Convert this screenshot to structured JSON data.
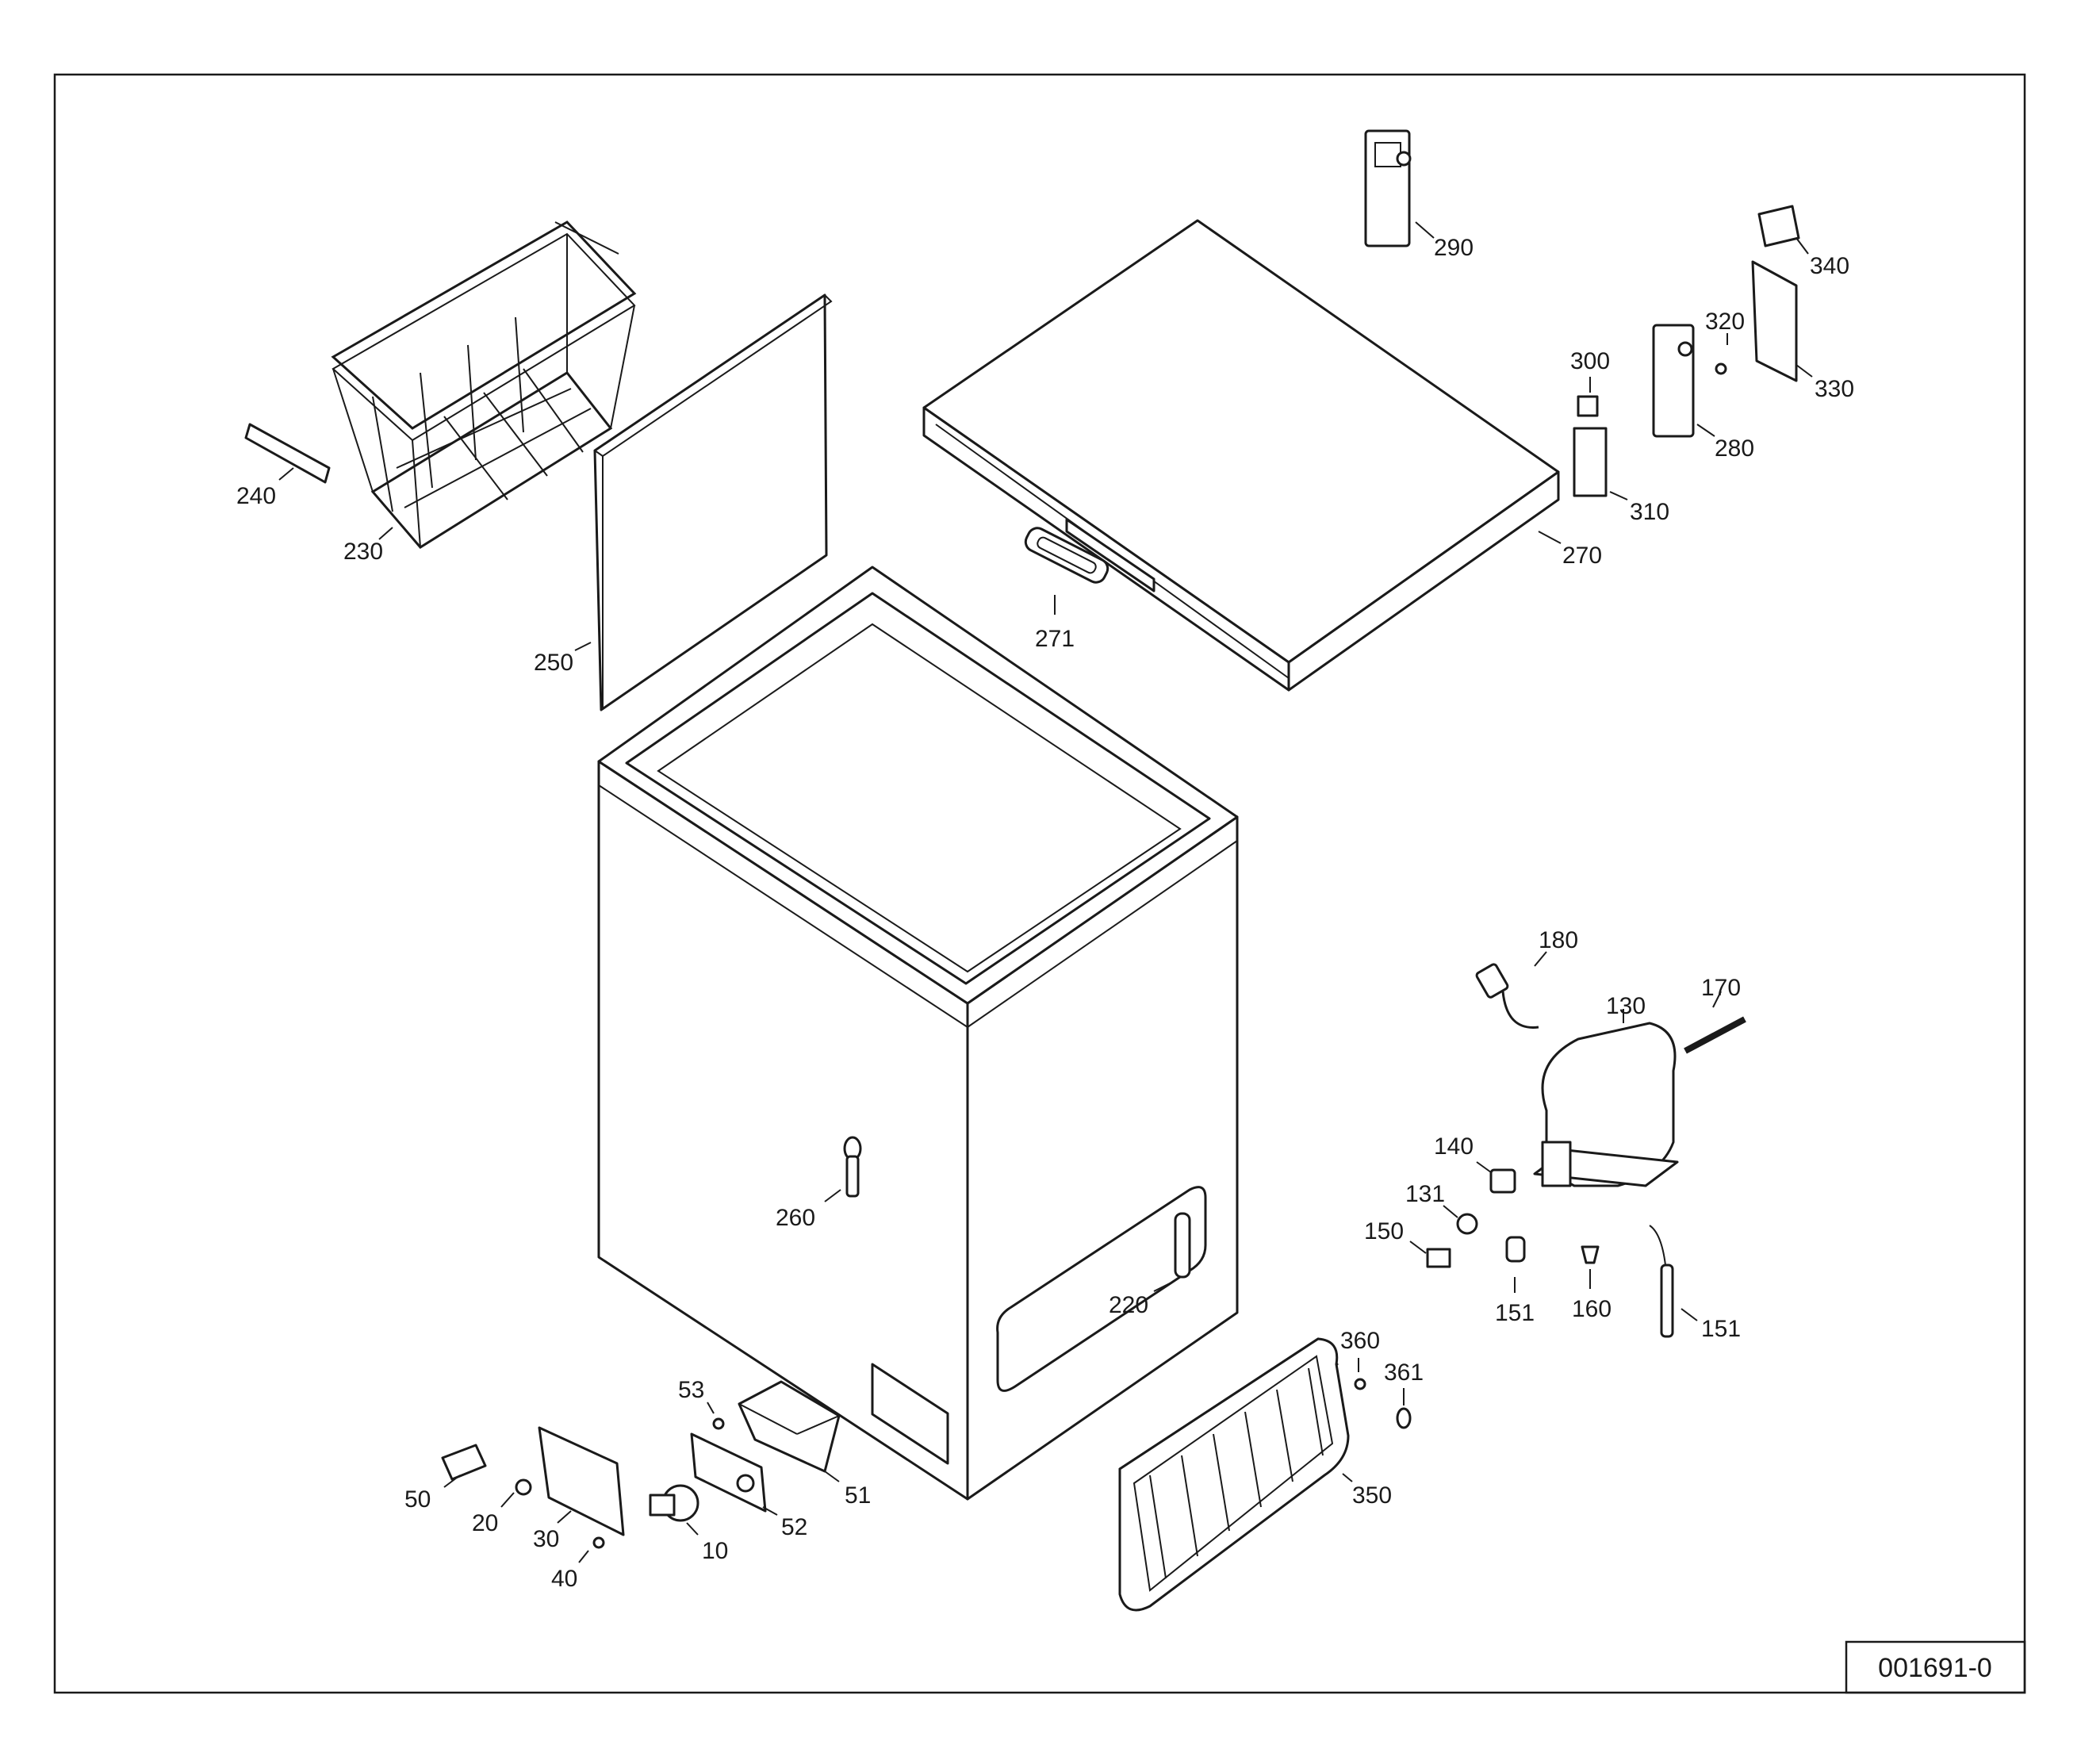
{
  "drawing_ref": "001691-0",
  "colors": {
    "line": "#1a1a1a",
    "paper": "#ffffff"
  },
  "callouts": [
    {
      "id": "10",
      "label": "10"
    },
    {
      "id": "20",
      "label": "20"
    },
    {
      "id": "30",
      "label": "30"
    },
    {
      "id": "40",
      "label": "40"
    },
    {
      "id": "50",
      "label": "50"
    },
    {
      "id": "51",
      "label": "51"
    },
    {
      "id": "52",
      "label": "52"
    },
    {
      "id": "53",
      "label": "53"
    },
    {
      "id": "130",
      "label": "130"
    },
    {
      "id": "131",
      "label": "131"
    },
    {
      "id": "140",
      "label": "140"
    },
    {
      "id": "150",
      "label": "150"
    },
    {
      "id": "151a",
      "label": "151"
    },
    {
      "id": "151b",
      "label": "151"
    },
    {
      "id": "160",
      "label": "160"
    },
    {
      "id": "170",
      "label": "170"
    },
    {
      "id": "180",
      "label": "180"
    },
    {
      "id": "220",
      "label": "220"
    },
    {
      "id": "230",
      "label": "230"
    },
    {
      "id": "240",
      "label": "240"
    },
    {
      "id": "250",
      "label": "250"
    },
    {
      "id": "260",
      "label": "260"
    },
    {
      "id": "270",
      "label": "270"
    },
    {
      "id": "271",
      "label": "271"
    },
    {
      "id": "280",
      "label": "280"
    },
    {
      "id": "290",
      "label": "290"
    },
    {
      "id": "300",
      "label": "300"
    },
    {
      "id": "310",
      "label": "310"
    },
    {
      "id": "320",
      "label": "320"
    },
    {
      "id": "330",
      "label": "330"
    },
    {
      "id": "340",
      "label": "340"
    },
    {
      "id": "350",
      "label": "350"
    },
    {
      "id": "360",
      "label": "360"
    },
    {
      "id": "361",
      "label": "361"
    }
  ]
}
